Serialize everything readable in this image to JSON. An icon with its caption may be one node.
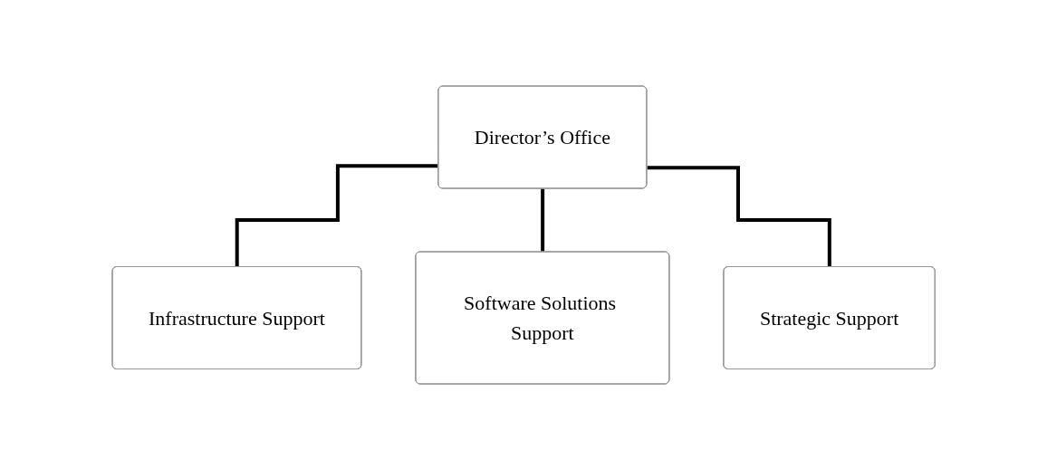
{
  "diagram": {
    "nodes": [
      {
        "text": [
          "Director’s Office"
        ]
      },
      {
        "text": [
          "Infrastructure Support"
        ]
      },
      {
        "text": [
          "Software Solutions Support"
        ]
      },
      {
        "text": [
          "Strategic Support"
        ]
      }
    ],
    "edges": [
      {
        "from": 0,
        "to": 1,
        "arrow": "none"
      },
      {
        "from": 0,
        "to": 2,
        "arrow": "none"
      },
      {
        "from": 0,
        "to": 3,
        "arrow": "none"
      }
    ]
  }
}
